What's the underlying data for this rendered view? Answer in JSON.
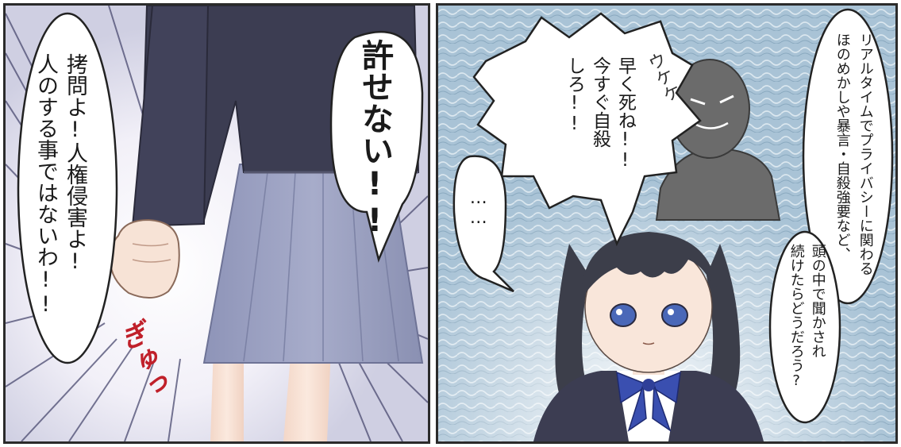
{
  "left_panel": {
    "shout": "許せない!!",
    "speech_lines": [
      "拷問よ!人権侵害よ!",
      "人のする事ではないわ!!"
    ],
    "sfx": "ぎゅっ"
  },
  "right_panel": {
    "narration_lines": [
      "リアルタイムでプライバシーに関わる",
      "ほのめかしや暴言・自殺強要など、"
    ],
    "question_lines": [
      "頭の中で聞かされ",
      "続けたらどうだろう?"
    ],
    "shadow_speech_lines": [
      "早く死ね!!",
      "今すぐ自殺",
      "しろ!!"
    ],
    "silence": "……",
    "shadow_sfx": "ウケケ"
  },
  "colors": {
    "border": "#2b2b2b",
    "blazer": "#3c3d52",
    "skirt": "#9aa0c0",
    "skin": "#f7e3d6",
    "sfx_red": "#c0202a",
    "bg_blue": "#a9c3d6",
    "shadow_figure": "#6b6b6b",
    "bow": "#3a4fb0"
  }
}
